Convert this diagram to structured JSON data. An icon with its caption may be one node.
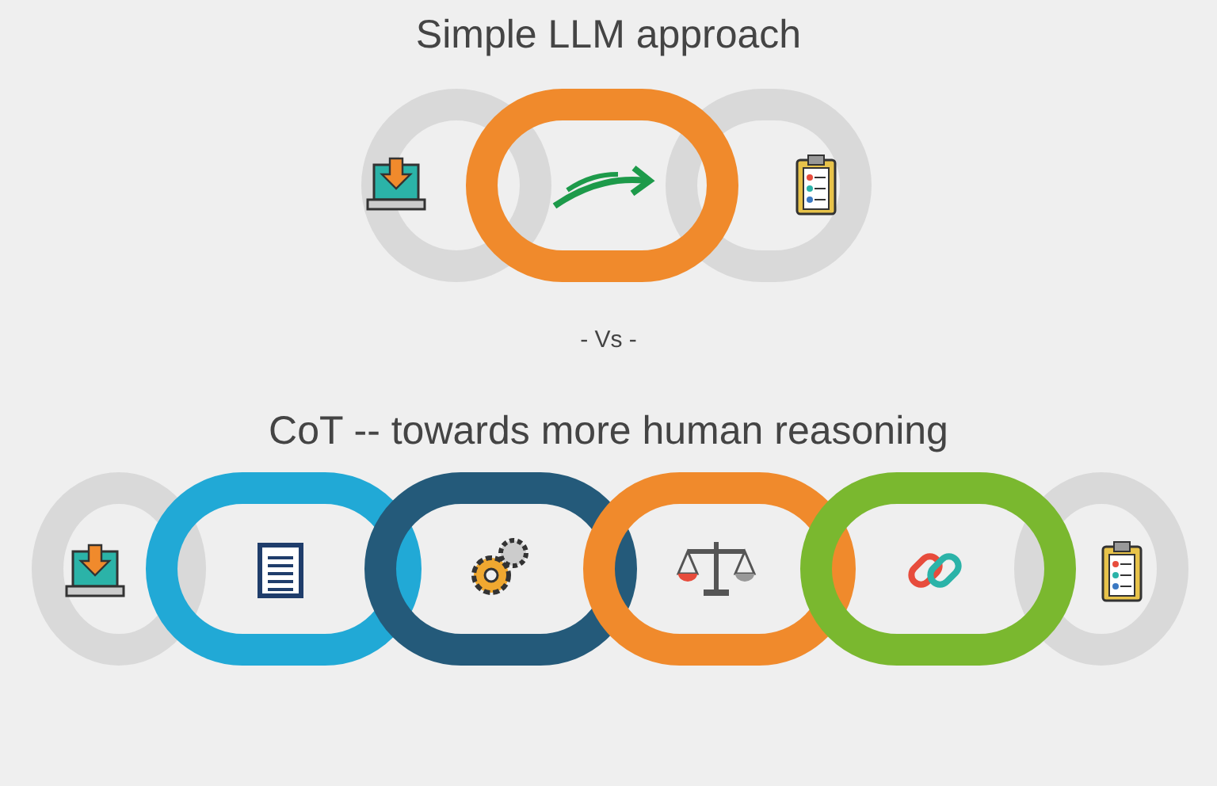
{
  "diagram": {
    "labels": [
      "Simple LLM approach",
      "- Vs -",
      "CoT -- towards more human reasoning"
    ]
  }
}
